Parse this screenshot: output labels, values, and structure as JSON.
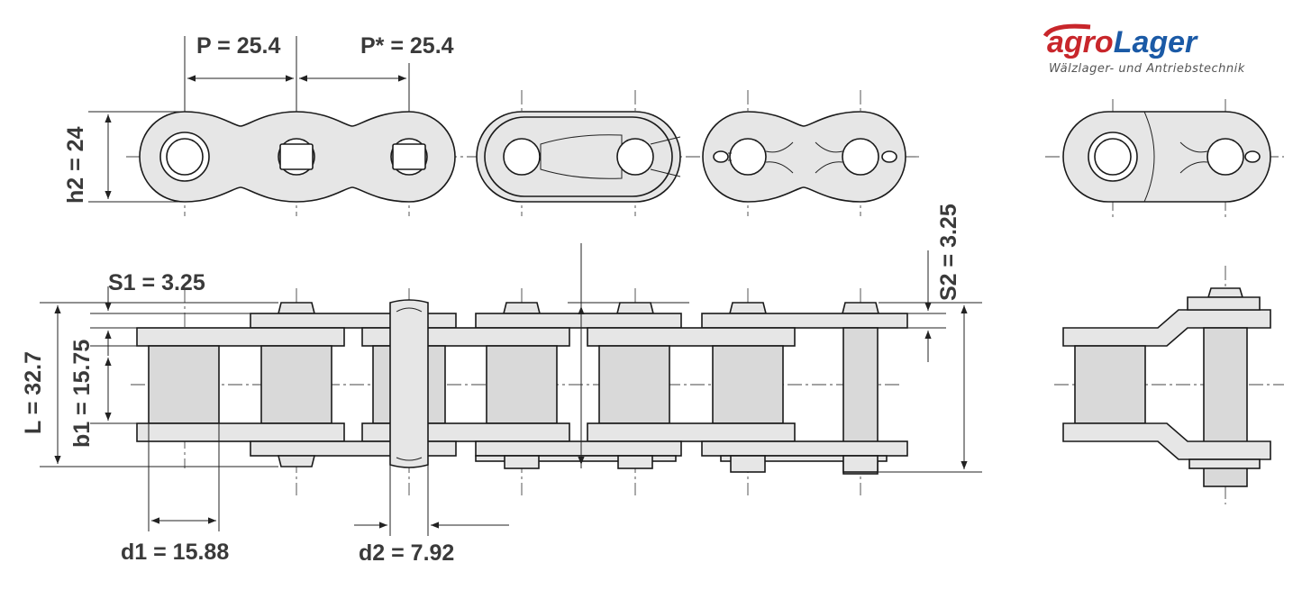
{
  "brand": {
    "logo_prefix": "agro",
    "logo_suffix": "Lager",
    "tagline": "Wälzlager- und Antriebstechnik",
    "colors": {
      "red": "#c8262b",
      "blue": "#1b5aa6"
    }
  },
  "dimensions": {
    "pitch": "P = 25.4",
    "pitch_star": "P* = 25.4",
    "h2": "h2 = 24",
    "s1": "S1 = 3.25",
    "s2": "S2 = 3.25",
    "length": "L = 32.7",
    "b1": "b1 = 15.75",
    "d1": "d1 = 15.88",
    "d2": "d2 = 7.92"
  }
}
